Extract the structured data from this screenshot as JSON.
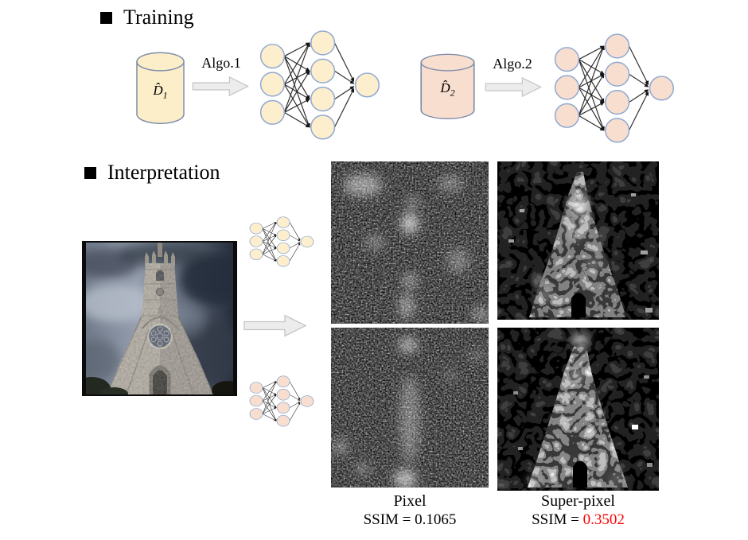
{
  "training": {
    "header": "Training",
    "dataset1_label": {
      "base": "D̂",
      "sub": "1"
    },
    "algo1_label": "Algo.1",
    "dataset2_label": {
      "base": "D̂",
      "sub": "2"
    },
    "algo2_label": "Algo.2",
    "network1_layers": "3-4-1",
    "network2_layers": "3-4-1"
  },
  "interpretation": {
    "header": "Interpretation",
    "input_image": "church-tower-photo",
    "pixel_column": {
      "title": "Pixel",
      "ssim_prefix": "SSIM = ",
      "ssim_value": "0.1065"
    },
    "superpixel_column": {
      "title": "Super-pixel",
      "ssim_prefix": "SSIM = ",
      "ssim_value": "0.3502"
    }
  },
  "icons": {
    "bullet": "black-square",
    "dataset": "database-cylinder",
    "arrow": "fat-right-arrow",
    "network": "neural-network-3-4-1"
  },
  "colors": {
    "network1_node": "#fdeecd",
    "network2_node": "#f8decf",
    "node_border": "#8fa8d0",
    "arrow_fill": "#ececec",
    "ssim_highlight": "#ff0000",
    "text": "#000000",
    "background": "#ffffff"
  }
}
